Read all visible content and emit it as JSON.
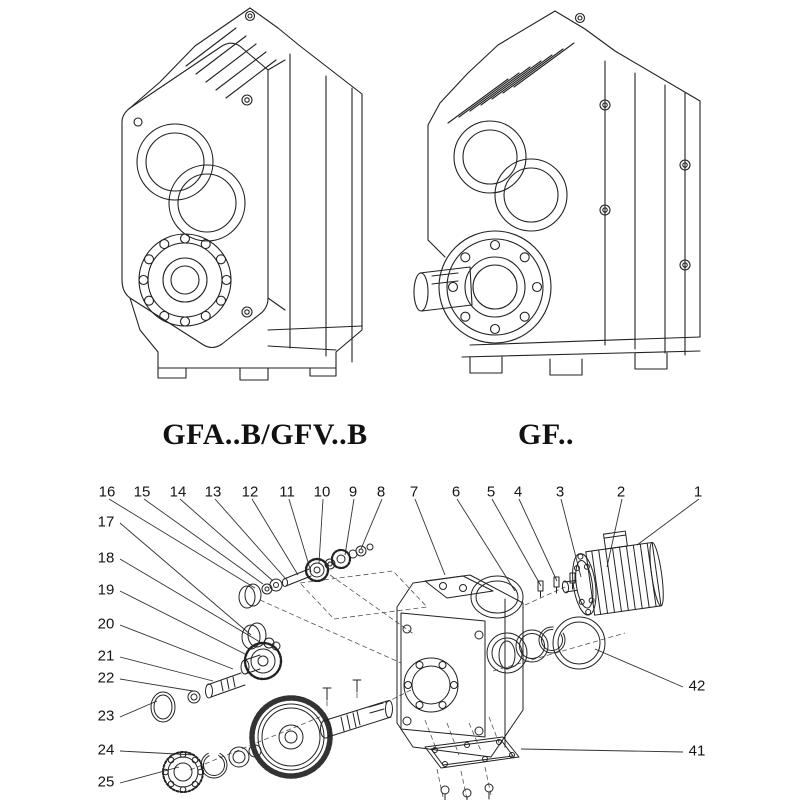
{
  "page": {
    "background": "#ffffff",
    "line_color": "#222222"
  },
  "products": [
    {
      "label": "GFA..B/GFV..B"
    },
    {
      "label": "GF.."
    }
  ],
  "exploded_view": {
    "callouts_top": [
      "16",
      "15",
      "14",
      "13",
      "12",
      "11",
      "10",
      "9",
      "8",
      "7",
      "6",
      "5",
      "4",
      "3",
      "2",
      "1"
    ],
    "callouts_left": [
      "17",
      "18",
      "19",
      "20",
      "21",
      "22",
      "23",
      "24",
      "25"
    ],
    "callouts_right": [
      "42",
      "41"
    ]
  }
}
